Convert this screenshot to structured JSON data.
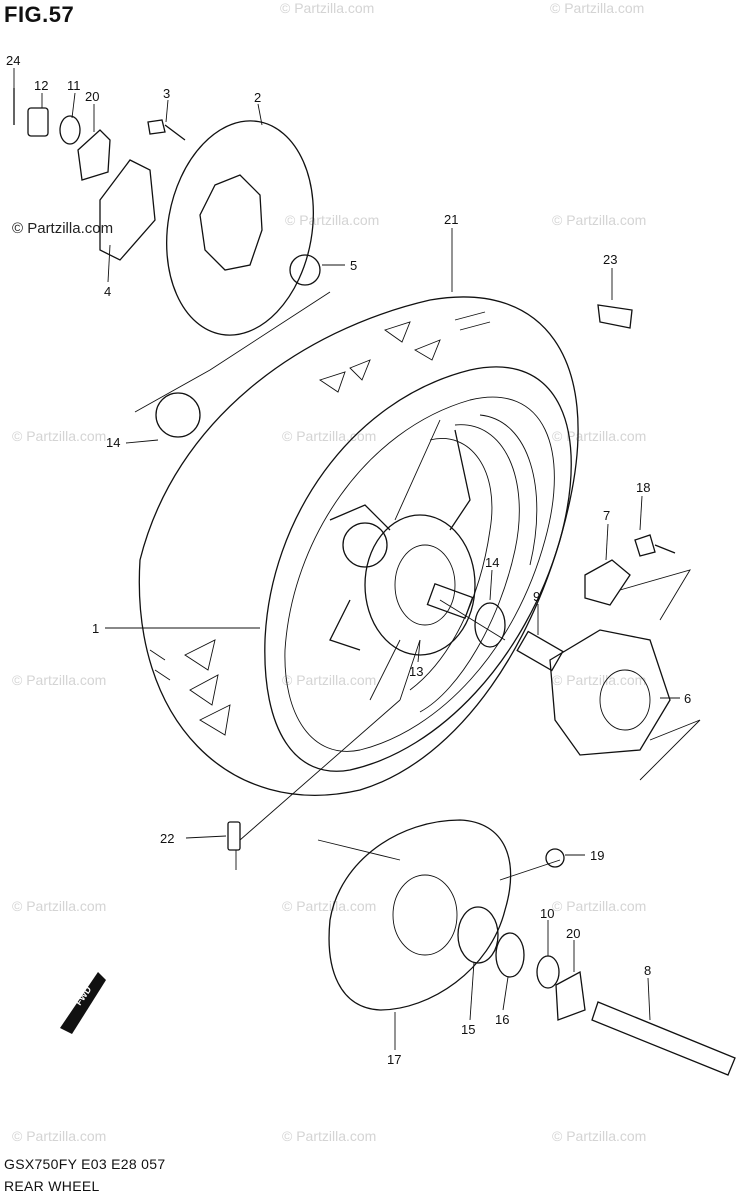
{
  "figure": {
    "title": "FIG.57",
    "model_code": "GSX750FY E03 E28 057",
    "name": "REAR WHEEL"
  },
  "watermark": "© Partzilla.com",
  "fwd_label": "FWD",
  "callouts": {
    "p1": "1",
    "p2": "2",
    "p3": "3",
    "p4": "4",
    "p5": "5",
    "p6": "6",
    "p7": "7",
    "p8": "8",
    "p9": "9",
    "p10": "10",
    "p11": "11",
    "p12": "12",
    "p13": "13",
    "p14a": "14",
    "p14b": "14",
    "p15": "15",
    "p16": "16",
    "p17": "17",
    "p18": "18",
    "p19": "19",
    "p20a": "20",
    "p20b": "20",
    "p21": "21",
    "p22": "22",
    "p23": "23",
    "p24": "24"
  }
}
